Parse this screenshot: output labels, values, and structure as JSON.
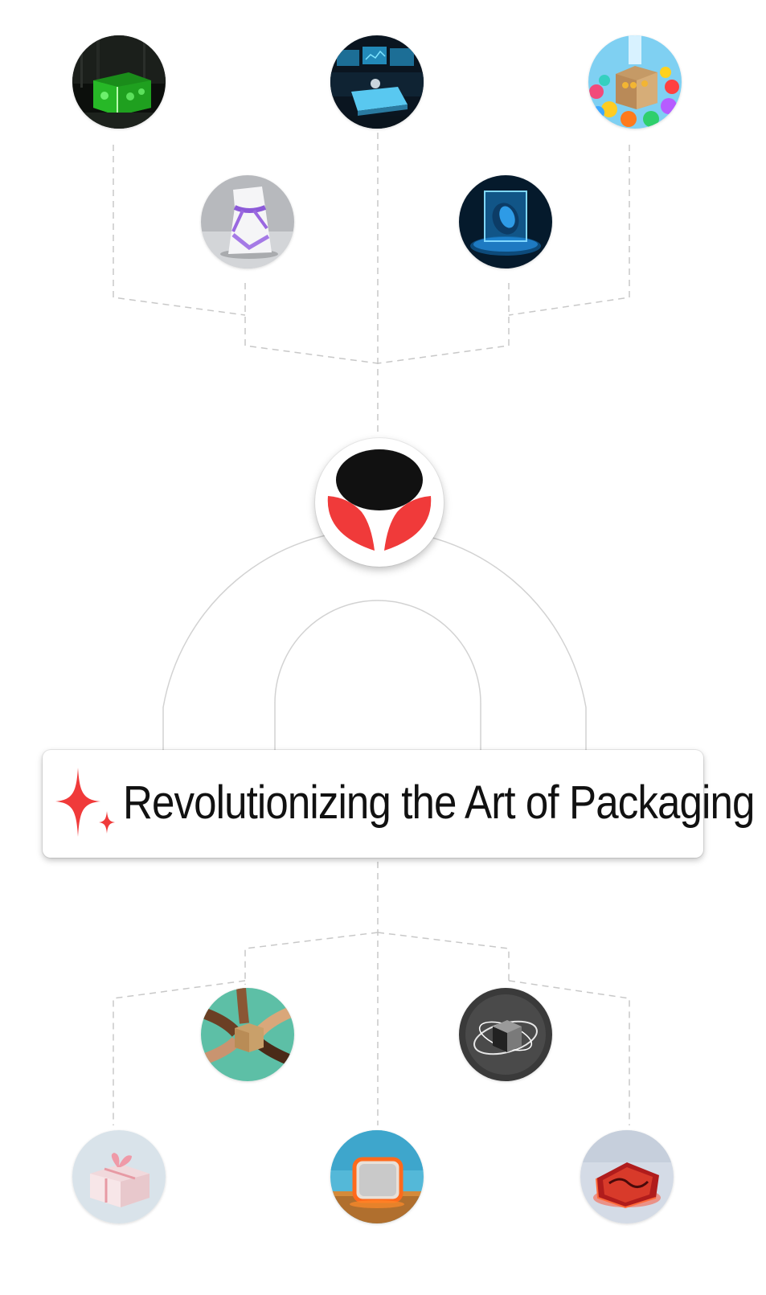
{
  "banner": {
    "title": "Revolutionizing the Art of Packaging",
    "icon": "sparkle-icon",
    "accent_color": "#f03a3a"
  },
  "logo": {
    "icon": "brand-logo-icon",
    "colors": {
      "dark": "#111111",
      "accent": "#f03a3a"
    }
  },
  "top_images": [
    {
      "name": "thumb-green-glowing-gift",
      "subject": "green glowing gift box"
    },
    {
      "name": "thumb-digital-control-panel",
      "subject": "digital control panel"
    },
    {
      "name": "thumb-box-with-gears",
      "subject": "smiling box on colorful gears"
    },
    {
      "name": "thumb-white-bag-purple-ribbon",
      "subject": "white bag with purple ribbon"
    },
    {
      "name": "thumb-blue-glass-cube",
      "subject": "blue glowing glass cube"
    }
  ],
  "bottom_images": [
    {
      "name": "thumb-hands-holding-box",
      "subject": "hands holding a box"
    },
    {
      "name": "thumb-swirling-cube",
      "subject": "cube with light swirl"
    },
    {
      "name": "thumb-pink-gift-box",
      "subject": "pink gift box with bow"
    },
    {
      "name": "thumb-neon-frame-field",
      "subject": "orange neon frame in field"
    },
    {
      "name": "thumb-red-glowing-pouch",
      "subject": "red glowing pouch"
    }
  ],
  "colors": {
    "connector_dashed": "#c8c8c8",
    "connector_solid": "#d2d2d2"
  }
}
